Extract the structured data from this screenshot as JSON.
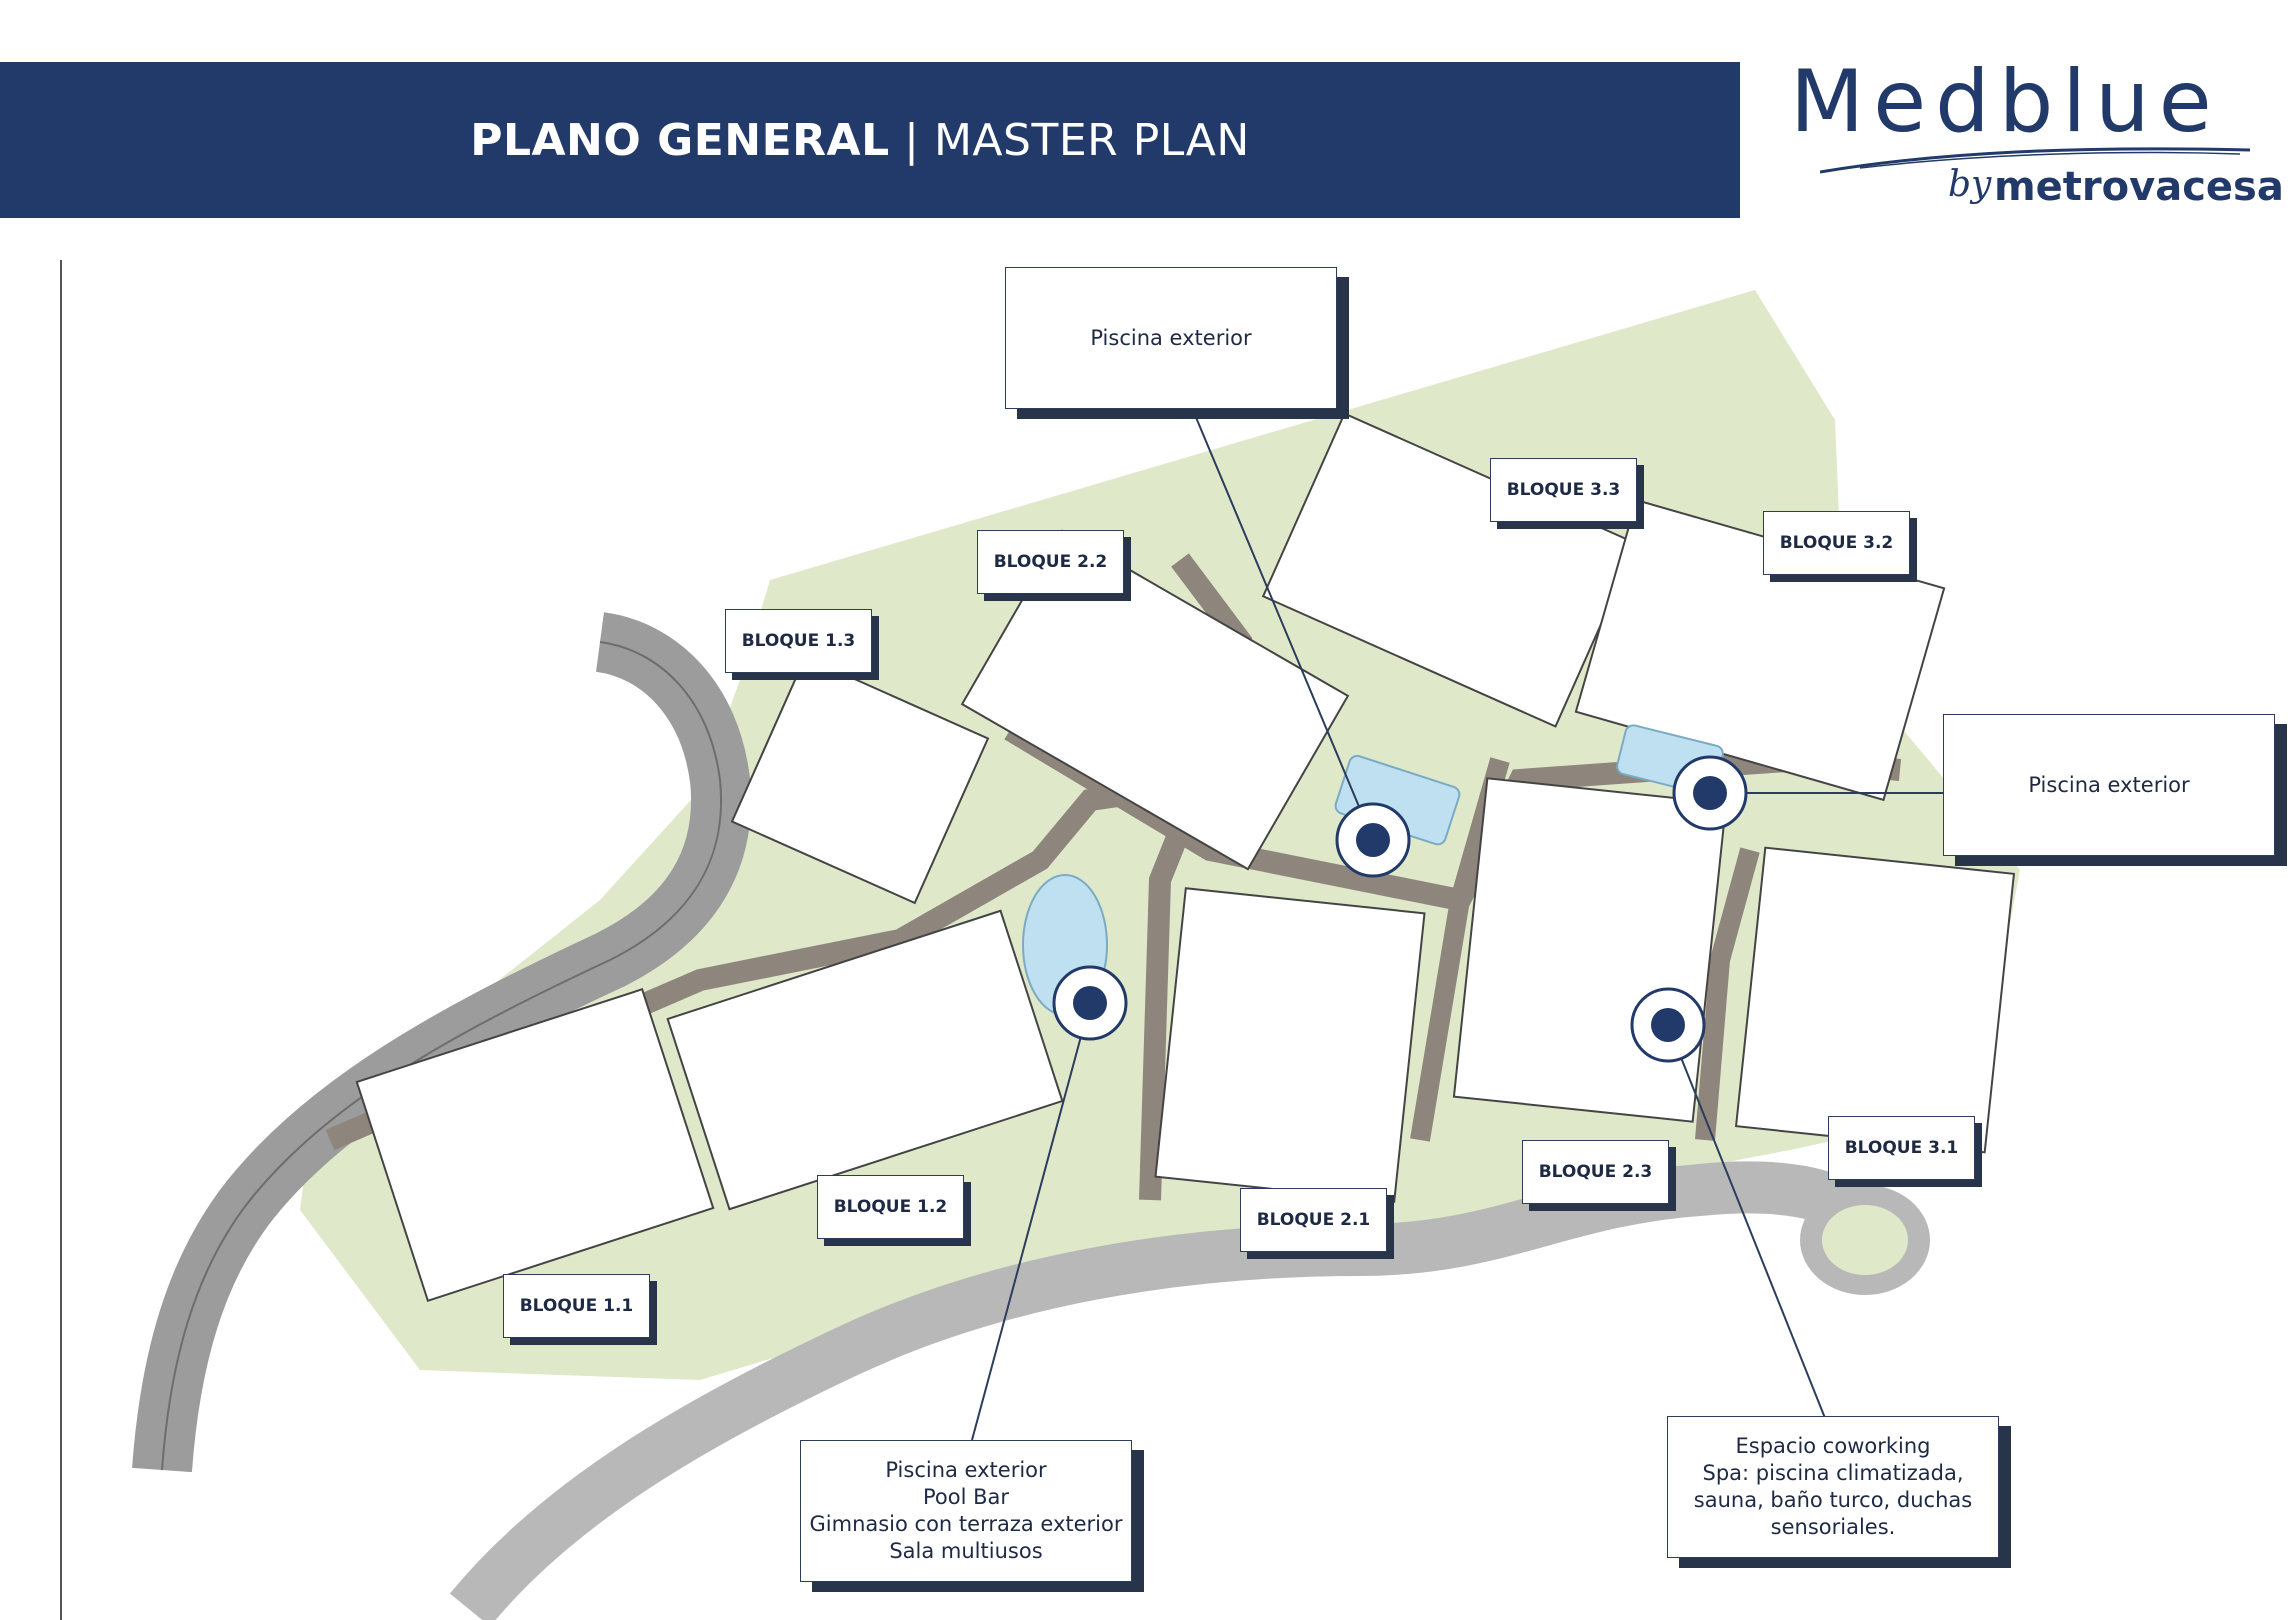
{
  "header": {
    "title_es": "PLANO GENERAL",
    "separator": "|",
    "title_en": "MASTER PLAN",
    "banner_color": "#223a69"
  },
  "logo": {
    "wordmark": "Medblue",
    "by": "by",
    "company": "metrovacesa",
    "color": "#223a69"
  },
  "map": {
    "colors": {
      "green_area": "#dfe8c9",
      "road": "#9c9c9c",
      "path": "#8e857c",
      "pool": "#bfe0f1",
      "marker": "#223a69"
    },
    "blocks": [
      {
        "id": "b13",
        "label": "BLOQUE 1.3"
      },
      {
        "id": "b22",
        "label": "BLOQUE 2.2"
      },
      {
        "id": "b33",
        "label": "BLOQUE 3.3"
      },
      {
        "id": "b32",
        "label": "BLOQUE 3.2"
      },
      {
        "id": "b12",
        "label": "BLOQUE 1.2"
      },
      {
        "id": "b21",
        "label": "BLOQUE 2.1"
      },
      {
        "id": "b23",
        "label": "BLOQUE 2.3"
      },
      {
        "id": "b31",
        "label": "BLOQUE 3.1"
      },
      {
        "id": "b11",
        "label": "BLOQUE 1.1"
      }
    ],
    "callouts": {
      "pool_top": {
        "lines": [
          "Piscina exterior"
        ]
      },
      "pool_right": {
        "lines": [
          "Piscina exterior"
        ]
      },
      "amenities_bottom": {
        "lines": [
          "Piscina exterior",
          "Pool Bar",
          "Gimnasio con terraza exterior",
          "Sala multiusos"
        ]
      },
      "coworking": {
        "lines": [
          "Espacio coworking",
          "Spa: piscina climatizada,",
          "sauna, baño turco, duchas",
          "sensoriales."
        ]
      }
    }
  }
}
